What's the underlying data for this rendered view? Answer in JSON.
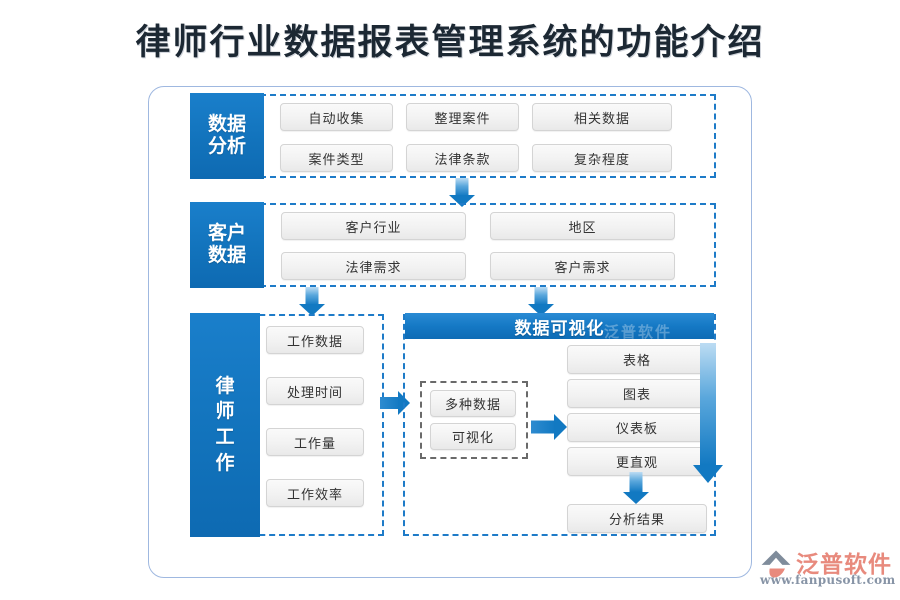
{
  "page": {
    "title": "律师行业数据报表管理系统的功能介绍",
    "accent_color": "#1279C2",
    "frame_border_color": "#9fb8e0",
    "item_bg_color": "#f2f2f2",
    "dashed_border_color": "#1E7BC8"
  },
  "sections": [
    {
      "key": "data_analysis",
      "label": "数据分析",
      "label_line1": "数据",
      "label_line2": "分析",
      "items": [
        "自动收集",
        "整理案件",
        "相关数据",
        "案件类型",
        "法律条款",
        "复杂程度"
      ]
    },
    {
      "key": "customer_data",
      "label": "客户数据",
      "label_line1": "客户",
      "label_line2": "数据",
      "items": [
        "客户行业",
        "地区",
        "法律需求",
        "客户需求"
      ]
    },
    {
      "key": "lawyer_work",
      "label": "律师工作",
      "label_chars": [
        "律",
        "师",
        "工",
        "作"
      ],
      "items": [
        "工作数据",
        "处理时间",
        "工作量",
        "工作效率"
      ]
    },
    {
      "key": "data_visualization",
      "label": "数据可视化",
      "source_items": [
        "多种数据",
        "可视化"
      ],
      "output_items": [
        "表格",
        "图表",
        "仪表板",
        "更直观"
      ],
      "result_item": "分析结果"
    }
  ],
  "arrows": [
    {
      "name": "analysis-to-customer",
      "direction": "down"
    },
    {
      "name": "customer-to-lawyer",
      "direction": "down"
    },
    {
      "name": "customer-to-visualization",
      "direction": "down"
    },
    {
      "name": "lawyer-to-visualization",
      "direction": "right"
    },
    {
      "name": "source-to-output",
      "direction": "right"
    },
    {
      "name": "output-column-flow",
      "direction": "down"
    },
    {
      "name": "intuitive-to-result",
      "direction": "down"
    }
  ],
  "watermark": {
    "text": "泛普软件",
    "url": "www.fanpusoft.com"
  },
  "logo": {
    "brand": "泛普软件",
    "url": "www.fanpusoft.com"
  }
}
